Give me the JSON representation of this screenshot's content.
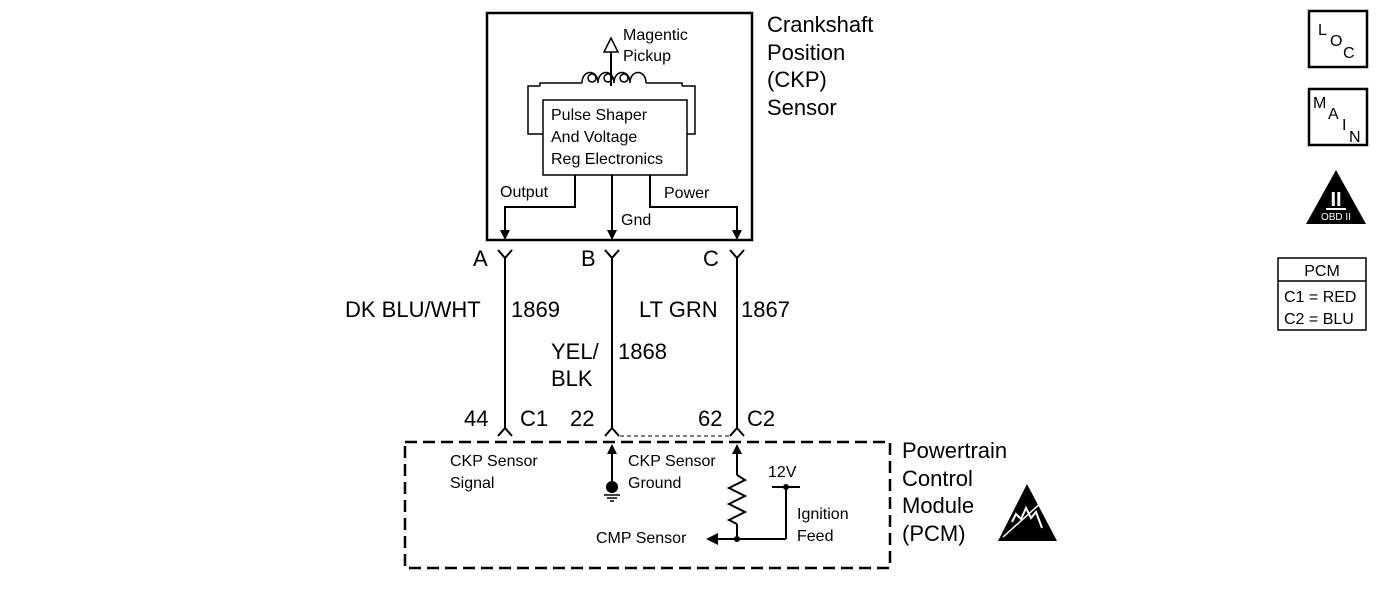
{
  "sensor": {
    "title_lines": [
      "Crankshaft",
      "Position",
      "(CKP)",
      "Sensor"
    ],
    "pickup_lines": [
      "Magentic",
      "Pickup"
    ],
    "electronics_lines": [
      "Pulse Shaper",
      "And Voltage",
      "Reg Electronics"
    ],
    "output_label": "Output",
    "gnd_label": "Gnd",
    "power_label": "Power"
  },
  "pins": {
    "a": "A",
    "b": "B",
    "c": "C"
  },
  "wires": {
    "w1": {
      "color": "DK BLU/WHT",
      "circuit": "1869"
    },
    "w2": {
      "color_lines": [
        "YEL/",
        "BLK"
      ],
      "circuit": "1868"
    },
    "w3": {
      "color": "LT GRN",
      "circuit": "1867"
    }
  },
  "connector": {
    "pin44": "44",
    "c1": "C1",
    "pin22": "22",
    "pin62": "62",
    "c2": "C2"
  },
  "pcm": {
    "title_lines": [
      "Powertrain",
      "Control",
      "Module",
      "(PCM)"
    ],
    "signal_lines": [
      "CKP Sensor",
      "Signal"
    ],
    "ground_lines": [
      "CKP Sensor",
      "Ground"
    ],
    "voltage": "12V",
    "ignition_lines": [
      "Ignition",
      "Feed"
    ],
    "cmp_label": "CMP Sensor"
  },
  "legend": {
    "loc": {
      "l": "L",
      "o": "O",
      "c": "C"
    },
    "main": {
      "m": "M",
      "a": "A",
      "i": "I",
      "n": "N"
    },
    "obd": {
      "numeral": "II",
      "label": "OBD II"
    },
    "pcm_box": {
      "title": "PCM",
      "c1": "C1 = RED",
      "c2": "C2 = BLU"
    }
  },
  "colors": {
    "ink": "#000000",
    "background": "#ffffff"
  }
}
